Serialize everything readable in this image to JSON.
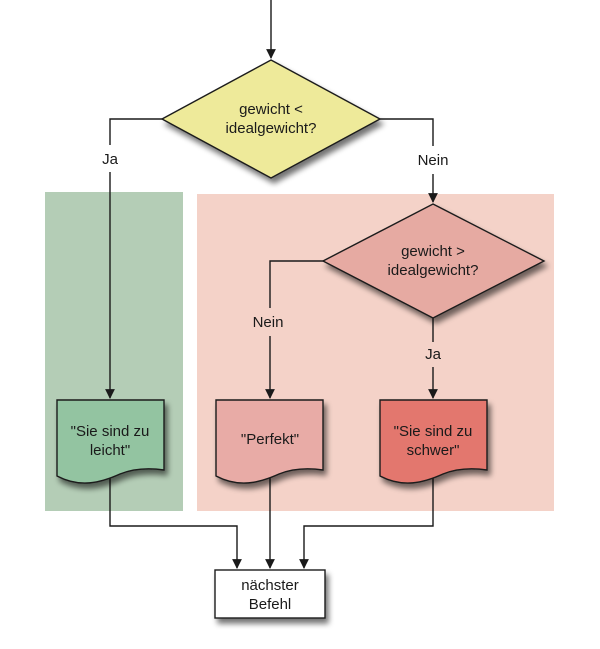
{
  "diagram": {
    "type": "flowchart",
    "colors": {
      "decision1_fill": "#eeea9a",
      "decision2_fill": "#e6aaa2",
      "output_light_fill": "#93c4a1",
      "output_perfect_fill": "#e8aba6",
      "output_heavy_fill": "#e3776e",
      "lane_green": "#b4cdb6",
      "lane_red": "#f4d2c8",
      "process_fill": "#ffffff",
      "stroke": "#1a1a1a"
    },
    "nodes": {
      "decision1": {
        "line1": "gewicht <",
        "line2": "idealgewicht?"
      },
      "decision2": {
        "line1": "gewicht >",
        "line2": "idealgewicht?"
      },
      "output_light": {
        "line1": "\"Sie sind zu",
        "line2": "leicht\""
      },
      "output_perfect": {
        "line1": "\"Perfekt\""
      },
      "output_heavy": {
        "line1": "\"Sie sind zu",
        "line2": "schwer\""
      },
      "next": {
        "line1": "nächster",
        "line2": "Befehl"
      }
    },
    "edge_labels": {
      "d1_yes": "Ja",
      "d1_no": "Nein",
      "d2_no": "Nein",
      "d2_yes": "Ja"
    }
  }
}
